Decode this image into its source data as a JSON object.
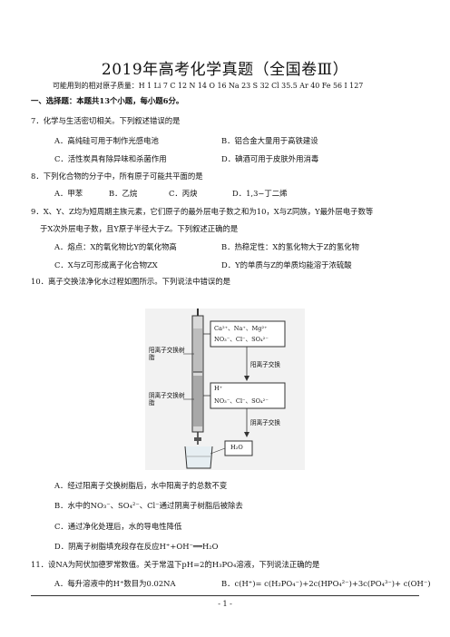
{
  "title": "2019年高考化学真题（全国卷Ⅲ）",
  "atomic_masses": "可能用到的相对原子质量：H 1    Li 7    C 12    N 14    O 16    Na 23    S 32    Cl 35.5    Ar 40    Fe 56    I 127",
  "section": "一、选择题：本题共13个小题，每小题6分。",
  "q7": {
    "stem": "7．化学与生活密切相关。下列叙述错误的是",
    "A": "A．高纯硅可用于制作光感电池",
    "B": "B．铝合金大量用于高铁建设",
    "C": "C．活性炭具有除异味和杀菌作用",
    "D": "D．碘酒可用于皮肤外用消毒"
  },
  "q8": {
    "stem": "8．下列化合物的分子中，所有原子可能共平面的是",
    "A": "A．甲苯",
    "B": "B．乙烷",
    "C": "C．丙炔",
    "D": "D．1,3−丁二烯"
  },
  "q9": {
    "stem1": "9．X、Y、Z均为短周期主族元素，它们原子的最外层电子数之和为10，X与Z同族，Y最外层电子数等",
    "stem2": "于X次外层电子数，且Y原子半径大于Z。下列叙述正确的是",
    "A": "A．熔点：X的氧化物比Y的氧化物高",
    "B": "B．热稳定性：X的氢化物大于Z的氢化物",
    "C": "C．X与Z可形成离子化合物ZX",
    "D": "D．Y的单质与Z的单质均能溶于浓硫酸"
  },
  "q10": {
    "stem": "10．离子交换法净化水过程如图所示。下列说法中错误的是",
    "figure": {
      "cation_resin": "阳离子交换树脂",
      "anion_resin": "阴离子交换树脂",
      "cation_exchange": "阳离子交换",
      "anion_exchange": "阴离子交换",
      "box1_line1": "Ca²⁺、Na⁺、Mg²⁺",
      "box1_line2": "NO₃⁻、Cl⁻、SO₄²⁻",
      "box2_line1": "H⁺",
      "box2_line2": "NO₃⁻、Cl⁻、SO₄²⁻",
      "box3": "H₂O"
    },
    "A": "A．经过阳离子交换树脂后，水中阳离子的总数不变",
    "B": "B．水中的NO₃⁻、SO₄²⁻、Cl⁻通过阴离子树脂后被除去",
    "C": "C．通过净化处理后，水的导电性降低",
    "D": "D．阴离子树脂填充段存在反应H⁺+OH⁻══H₂O"
  },
  "q11": {
    "stem": "11．设NA为阿伏加德罗常数值。关于常温下pH=2的H₃PO₄溶液，下列说法正确的是",
    "A": "A．每升溶液中的H⁺数目为0.02NA",
    "B": "B．c(H⁺)= c(H₂PO₄⁻)+2c(HPO₄²⁻)+3c(PO₄³⁻)+ c(OH⁻)"
  },
  "page_number": "- 1 -"
}
